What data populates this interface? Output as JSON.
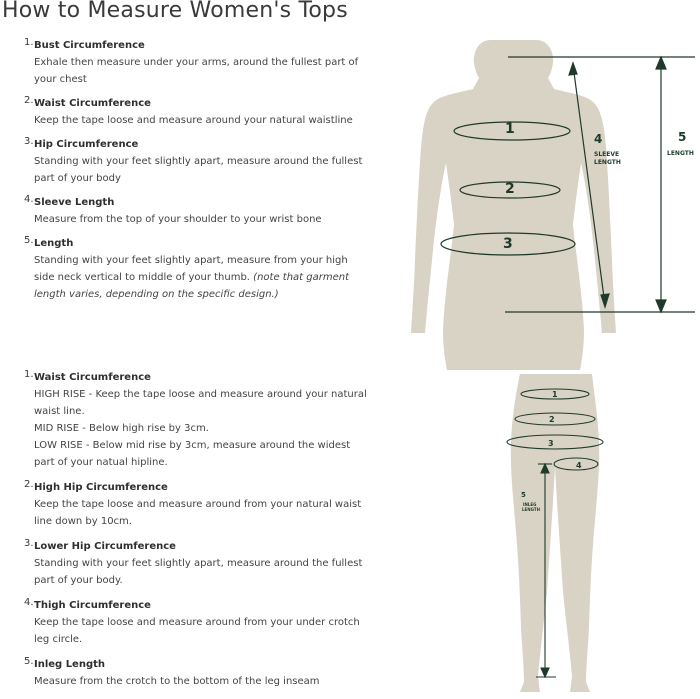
{
  "page": {
    "title": "How to Measure Women's Tops"
  },
  "tops_steps": [
    {
      "num": "1.",
      "heading": "Bust Circumference",
      "lines": [
        "Exhale then measure under your arms, around the fullest part of",
        "your chest"
      ]
    },
    {
      "num": "2.",
      "heading": "Waist Circumference",
      "lines": [
        "Keep the tape loose and measure around your natural waistline"
      ]
    },
    {
      "num": "3.",
      "heading": "Hip Circumference",
      "lines": [
        "Standing with your feet slightly apart, measure around the fullest",
        "part of your body"
      ]
    },
    {
      "num": "4.",
      "heading": "Sleeve Length",
      "lines": [
        "Measure from the top of your shoulder to your wrist bone"
      ]
    },
    {
      "num": "5.",
      "heading": "Length",
      "lines": [
        "Standing with your feet slightly apart, measure from your high",
        "side neck vertical to middle of your thumb."
      ],
      "note": "(note that garment",
      "note_lines": [
        "length varies, depending on the specific design.)"
      ]
    }
  ],
  "bottoms_steps": [
    {
      "num": "1.",
      "heading": "Waist Circumference",
      "lines": [
        "HIGH RISE - Keep the tape loose and measure around your natural",
        "waist line.",
        "MID RISE - Below high rise by 3cm.",
        "LOW RISE - Below mid rise by 3cm, measure around the widest",
        "part of your natual hipline."
      ]
    },
    {
      "num": "2.",
      "heading": "High Hip Circumference",
      "lines": [
        "Keep the tape loose and measure around from your natural waist",
        "line down by 10cm."
      ]
    },
    {
      "num": "3.",
      "heading": "Lower Hip Circumference",
      "lines": [
        "Standing with your feet slightly apart, measure around the fullest",
        "part of your body."
      ]
    },
    {
      "num": "4.",
      "heading": "Thigh Circumference",
      "lines": [
        "Keep the tape loose and measure around from your under crotch",
        "leg circle."
      ]
    },
    {
      "num": "5.",
      "heading": "Inleg Length",
      "lines": [
        "Measure from the crotch to the bottom of the leg inseam"
      ]
    }
  ],
  "torso_diagram": {
    "labels": {
      "bust": "1",
      "waist": "2",
      "hip": "3",
      "sleeve_num": "4",
      "sleeve_text_1": "SLEEVE",
      "sleeve_text_2": "LENGTH",
      "length_num": "5",
      "length_text": "LENGTH"
    }
  },
  "legs_diagram": {
    "labels": {
      "waist": "1",
      "high_hip": "2",
      "lower_hip": "3",
      "thigh": "4",
      "inleg_num": "5",
      "inleg_text_1": "INLEG",
      "inleg_text_2": "LENGTH"
    }
  },
  "colors": {
    "body": "#d9d3c6",
    "line": "#1f3a2a",
    "text": "#3a3a3a"
  }
}
